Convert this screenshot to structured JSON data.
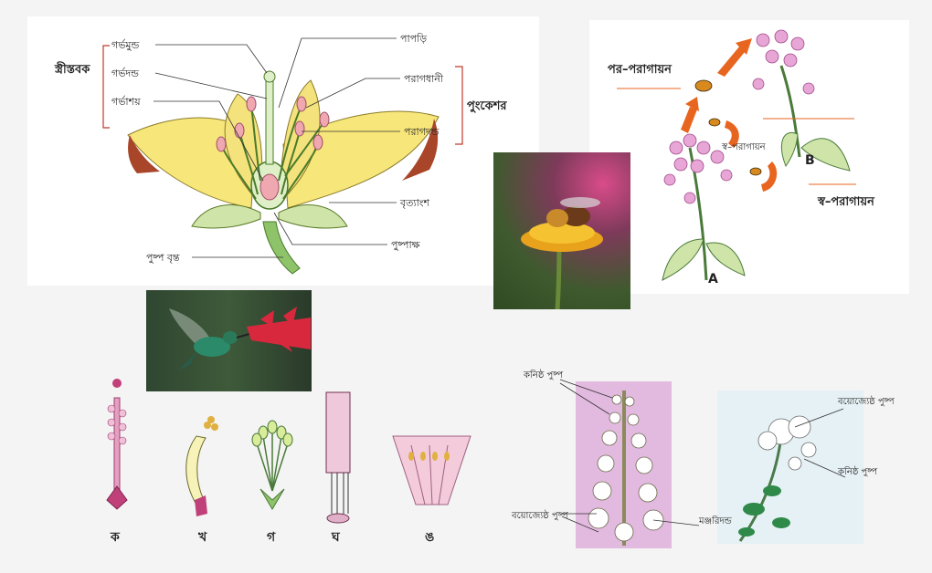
{
  "flower_diagram": {
    "pistil_group_label": "স্ত্রীস্তবক",
    "stigma": "গর্ভমুন্ড",
    "style": "গর্ভদন্ড",
    "ovary": "গর্ভাশয়",
    "petal": "পাপড়ি",
    "anther": "পরাগধানী",
    "filament": "পরাগদন্ড",
    "stamen_group_label": "পুংকেশর",
    "sepal": "বৃত্যাংশ",
    "receptacle": "পুষ্পাক্ষ",
    "pedicel": "পুষ্প বৃন্ত"
  },
  "pollination_diagram": {
    "cross_pollination": "পর–পরাগায়ন",
    "self_pollination_small": "স্ব–পরাগায়ন",
    "self_pollination": "স্ব–পরাগায়ন",
    "plant_a": "A",
    "plant_b": "B"
  },
  "stamen_types": {
    "labels": [
      "ক",
      "খ",
      "গ",
      "ঘ",
      "ঙ"
    ]
  },
  "inflorescence": {
    "youngest_flower_top": "কনিষ্ঠ পুষ্প",
    "oldest_flower_bottom": "বয়োজ্যেষ্ঠ পুষ্প",
    "rachis": "মঞ্জরিদন্ড",
    "oldest_flower_right": "বয়োজ্যেষ্ঠ পুষ্প",
    "youngest_flower_right": "কনিষ্ঠ পুষ্প"
  }
}
